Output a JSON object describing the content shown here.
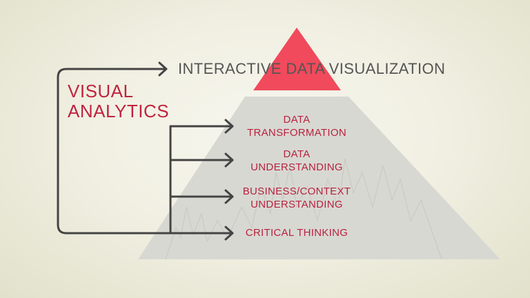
{
  "diagram": {
    "type": "pyramid-flow",
    "colors": {
      "background": "#efeee0",
      "pyramid_top": "#f04a5c",
      "pyramid_body": "#d9d9d4",
      "arrows": "#444444",
      "label_red": "#b8223d",
      "title_gray": "#555554"
    },
    "left_label": {
      "line1": "VISUAL",
      "line2": "ANALYTICS"
    },
    "top_label": "INTERACTIVE DATA VISUALIZATION",
    "layers": [
      {
        "line1": "DATA",
        "line2": "TRANSFORMATION"
      },
      {
        "line1": "DATA",
        "line2": "UNDERSTANDING"
      },
      {
        "line1": "BUSINESS/CONTEXT",
        "line2": "UNDERSTANDING"
      },
      {
        "line1": "CRITICAL THINKING",
        "line2": ""
      }
    ],
    "icons": {
      "arrow": "arrow-right-icon"
    }
  }
}
